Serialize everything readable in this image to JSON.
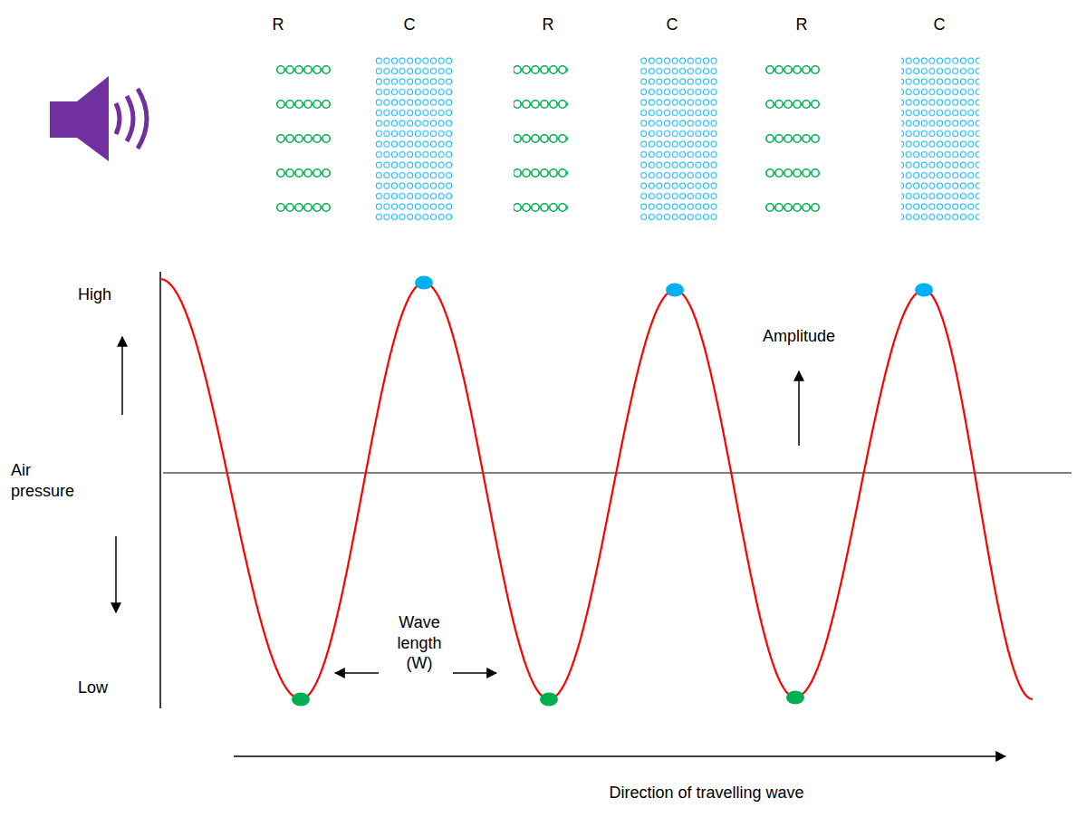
{
  "diagram": {
    "labels": [
      "R",
      "C",
      "R",
      "C",
      "R",
      "C",
      "High",
      "Air pressure",
      "Low",
      "Amplitude",
      "Wave length (W)",
      "Direction of travelling wave"
    ]
  }
}
